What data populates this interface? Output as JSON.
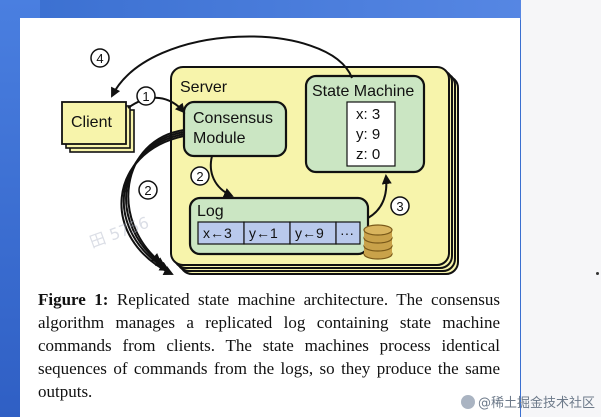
{
  "diagram": {
    "server_label": "Server",
    "client_label": "Client",
    "consensus_label_1": "Consensus",
    "consensus_label_2": "Module",
    "state_machine_label": "State Machine",
    "state_values": [
      "x: 3",
      "y: 9",
      "z: 0"
    ],
    "log_label": "Log",
    "log_entries": [
      "x←3",
      "y←1",
      "y←9",
      "···"
    ],
    "step_numbers": [
      "1",
      "2",
      "3",
      "4",
      "2"
    ],
    "watermark_ghost": "田 5756"
  },
  "caption": {
    "label": "Figure 1:",
    "text": " Replicated state machine architecture. The consensus algorithm manages a replicated log containing state machine commands from clients. The state machines process identical sequences of commands from the logs, so they produce the same outputs."
  },
  "watermark": "@稀土掘金技术社区",
  "colors": {
    "server_fill": "#f7f4ab",
    "module_fill": "#cbe6c3",
    "log_cell_fill": "#b9c9ec",
    "disk_fill": "#c9a24a"
  }
}
